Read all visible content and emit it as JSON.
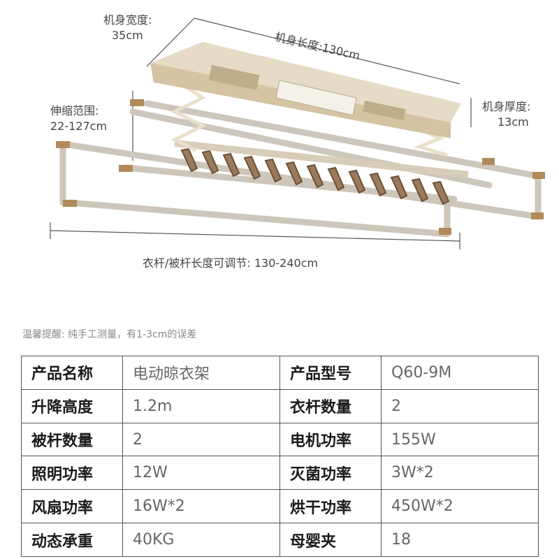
{
  "dimensions": {
    "width_label": "机身宽度:",
    "width_value": "35cm",
    "length_label": "机身长度:130cm",
    "telescopic_label": "伸缩范围:",
    "telescopic_value": "22-127cm",
    "thickness_label": "机身厚度:",
    "thickness_value": "13cm",
    "rod_length_label": "衣杆/被杆长度可调节: 130-240cm"
  },
  "note": "温馨提醒: 纯手工测量，有1-3cm的误差",
  "spec_rows": [
    [
      {
        "key": "产品名称",
        "value": "电动晾衣架"
      },
      {
        "key": "产品型号",
        "value": "Q60-9M"
      }
    ],
    [
      {
        "key": "升降高度",
        "value": "1.2m"
      },
      {
        "key": "衣杆数量",
        "value": "2"
      }
    ],
    [
      {
        "key": "被杆数量",
        "value": "2"
      },
      {
        "key": "电机功率",
        "value": "155W"
      }
    ],
    [
      {
        "key": "照明功率",
        "value": "12W"
      },
      {
        "key": "灭菌功率",
        "value": "3W*2"
      }
    ],
    [
      {
        "key": "风扇功率",
        "value": "16W*2"
      },
      {
        "key": "烘干功率",
        "value": "450W*2"
      }
    ],
    [
      {
        "key": "动态承重",
        "value": "40KG"
      },
      {
        "key": "母婴夹",
        "value": "18"
      }
    ]
  ],
  "colors": {
    "body_gold": "#d8c8a8",
    "rod_silver": "#c9c2b6",
    "clip_brown": "#8a6a4e"
  }
}
